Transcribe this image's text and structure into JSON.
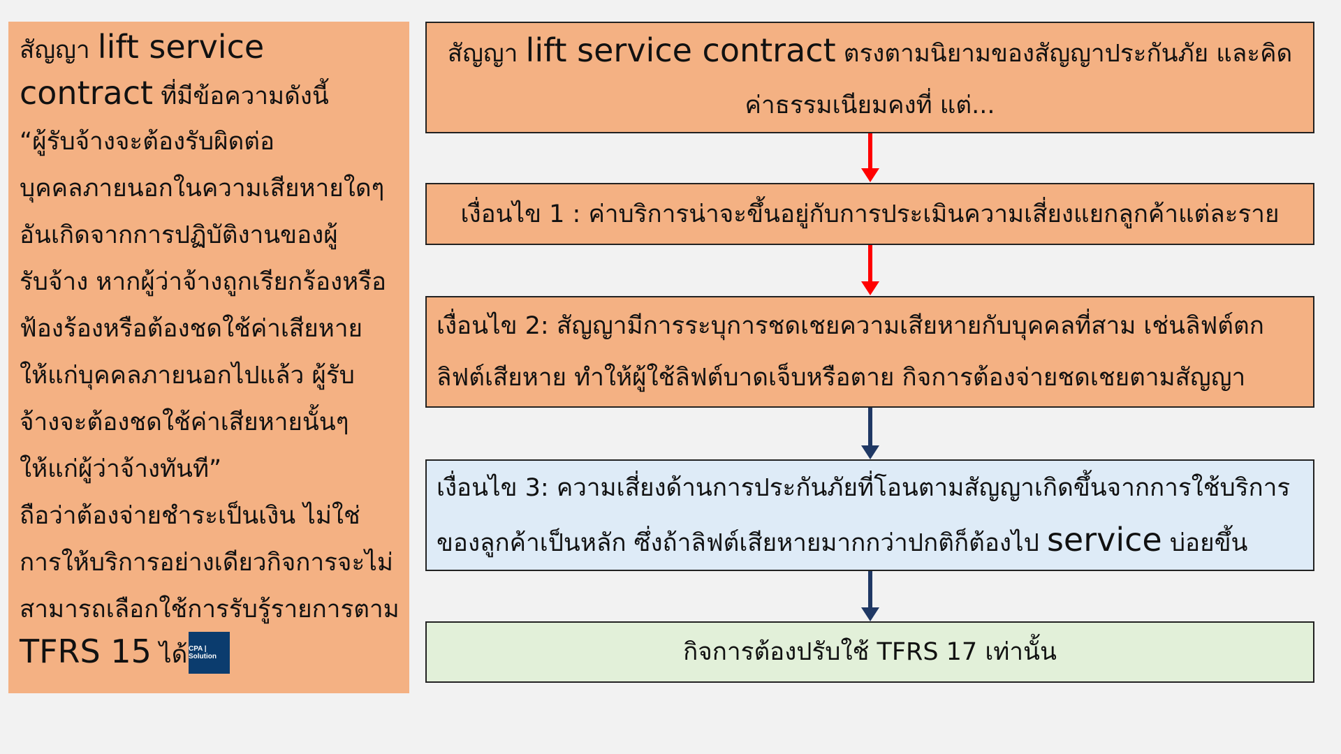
{
  "left_panel": {
    "line1_thai": "สัญญา ",
    "line1_en": "lift service",
    "line2_en": "contract",
    "line2_thai": " ที่มีข้อความดังนี้",
    "lines": [
      "“ผู้รับจ้างจะต้องรับผิดต่อ",
      "บุคคลภายนอกในความเสียหายใดๆ",
      "อันเกิดจากการปฏิบัติงานของผู้",
      "รับจ้าง  หากผู้ว่าจ้างถูกเรียกร้องหรือ",
      "ฟ้องร้องหรือต้องชดใช้ค่าเสียหาย",
      "ให้แก่บุคคลภายนอกไปแล้ว ผู้รับ",
      "จ้างจะต้องชดใช้ค่าเสียหายนั้นๆ",
      "ให้แก่ผู้ว่าจ้างทันที”",
      "ถือว่าต้องจ่ายชำระเป็นเงิน ไม่ใช่",
      "การให้บริการอย่างเดียวกิจการจะไม่",
      "สามารถเลือกใช้การรับรู้รายการตาม"
    ],
    "last_en": "TFRS 15",
    "last_thai": " ได้",
    "logo": "CPA | Solution"
  },
  "flow": {
    "box1": {
      "thai1": "สัญญา ",
      "en": "lift service contract",
      "thai2": " ตรงตามนิยามของสัญญาประกันภัย และคิด",
      "line2": "ค่าธรรมเนียมคงที่ แต่..."
    },
    "box2": {
      "text": "เงื่อนไข 1 :  ค่าบริการน่าจะขึ้นอยู่กับการประเมินความเสี่ยงแยกลูกค้าแต่ละราย"
    },
    "box3": {
      "line1": "เงื่อนไข 2: สัญญามีการระบุการชดเชยความเสียหายกับบุคคลที่สาม เช่นลิฟต์ตก",
      "line2": "ลิฟต์เสียหาย ทำให้ผู้ใช้ลิฟต์บาดเจ็บหรือตาย กิจการต้องจ่ายชดเชยตามสัญญา"
    },
    "box4": {
      "line1": "เงื่อนไข 3: ความเสี่ยงด้านการประกันภัยที่โอนตามสัญญาเกิดขึ้นจากการใช้บริการ",
      "line2a": "ของลูกค้าเป็นหลัก ซึ่งถ้าลิฟต์เสียหายมากกว่าปกติก็ต้องไป ",
      "line2_en": "service",
      "line2b": " บ่อยขึ้น"
    },
    "box5": {
      "text": "กิจการต้องปรับใช้ TFRS 17 เท่านั้น"
    }
  },
  "colors": {
    "orange": "#f4b183",
    "blue": "#deebf7",
    "green": "#e2f0d9",
    "red_arrow": "#ff0000",
    "navy_arrow": "#1f3864"
  }
}
